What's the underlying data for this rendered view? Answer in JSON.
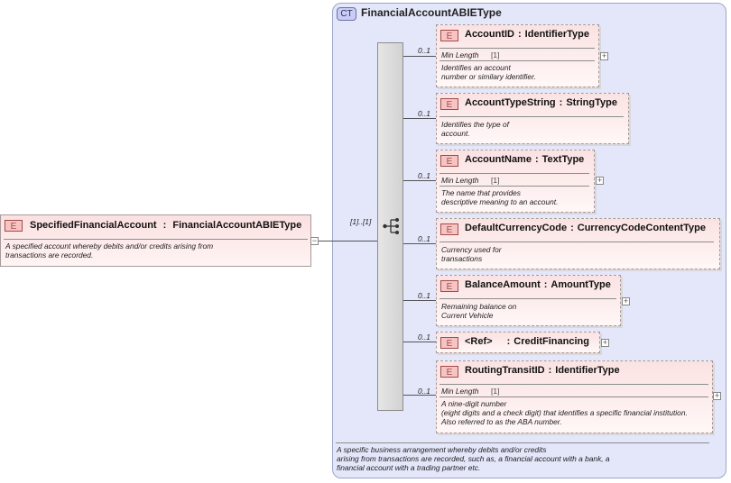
{
  "complex_type": {
    "badge": "CT",
    "title": "FinancialAccountABIEType",
    "description": "A specific business arrangement whereby debits and/or credits\narising from transactions are recorded, such as, a financial account with a bank, a\nfinancial account with a trading partner etc."
  },
  "root": {
    "badge": "E",
    "name": "SpecifiedFinancialAccount",
    "type": "FinancialAccountABIEType",
    "description": "A specified account whereby debits and/or credits arising from\ntransactions are recorded.",
    "toggle": "−"
  },
  "sequence": {
    "multiplicity": "[1]..[1]"
  },
  "elements": [
    {
      "badge": "E",
      "name": "AccountID",
      "type": "IdentifierType",
      "occurs": "0..1",
      "facet_label": "Min Length",
      "facet_value": "[1]",
      "description": "Identifies an account\nnumber or similary identifier.",
      "toggle": "+"
    },
    {
      "badge": "E",
      "name": "AccountTypeString",
      "type": "StringType",
      "occurs": "0..1",
      "description": "Identifies the type of\naccount."
    },
    {
      "badge": "E",
      "name": "AccountName",
      "type": "TextType",
      "occurs": "0..1",
      "facet_label": "Min Length",
      "facet_value": "[1]",
      "description": "The name that provides\ndescriptive meaning to an account.",
      "toggle": "+"
    },
    {
      "badge": "E",
      "name": "DefaultCurrencyCode",
      "type": "CurrencyCodeContentType",
      "occurs": "0..1",
      "description": "Currency used for\ntransactions"
    },
    {
      "badge": "E",
      "name": "BalanceAmount",
      "type": "AmountType",
      "occurs": "0..1",
      "description": "Remaining balance on\nCurrent Vehicle",
      "toggle": "+"
    },
    {
      "badge": "E",
      "name": "<Ref>",
      "type": "CreditFinancing",
      "occurs": "0..1",
      "toggle": "+"
    },
    {
      "badge": "E",
      "name": "RoutingTransitID",
      "type": "IdentifierType",
      "occurs": "0..1",
      "facet_label": "Min Length",
      "facet_value": "[1]",
      "description": "A nine-digit number\n(eight digits and a check digit) that identifies a specific financial institution.\nAlso referred to as the ABA number.",
      "toggle": "+"
    }
  ],
  "separator": ":"
}
